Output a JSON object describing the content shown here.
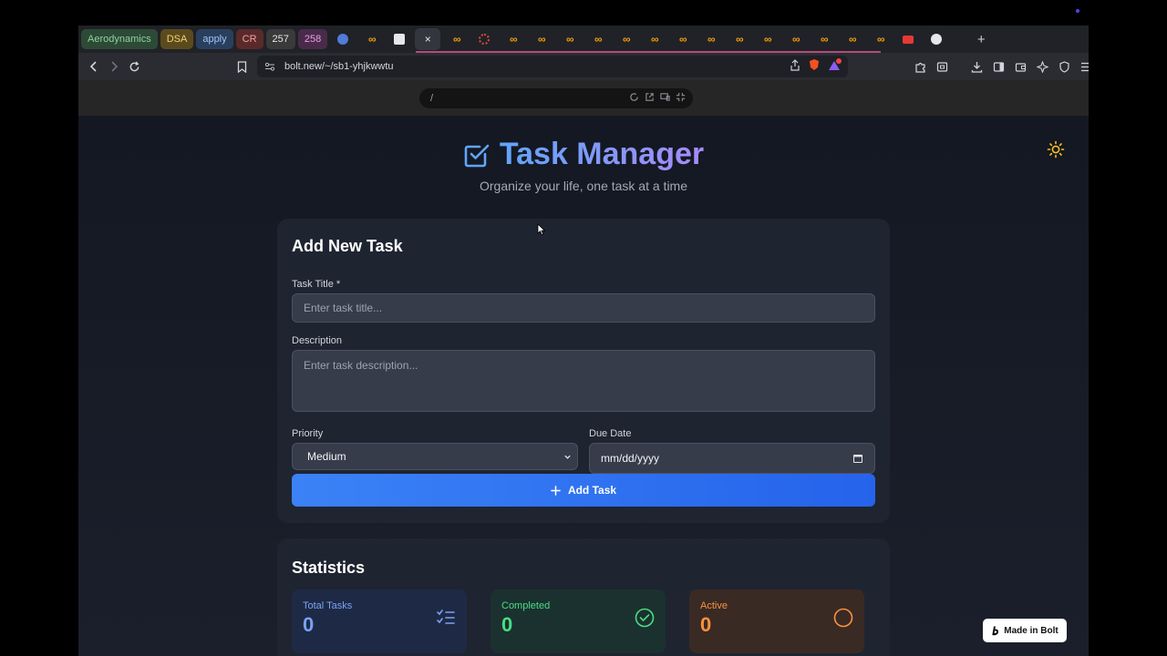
{
  "browser": {
    "tab_groups": [
      {
        "label": "Aerodynamics",
        "bg": "#2d4a36",
        "fg": "#8fd19e"
      },
      {
        "label": "DSA",
        "bg": "#5a4a1e",
        "fg": "#f5d26b"
      },
      {
        "label": "apply",
        "bg": "#2a3f5e",
        "fg": "#9ec5f5"
      },
      {
        "label": "CR",
        "bg": "#5a2a2a",
        "fg": "#f5a0a0"
      },
      {
        "label": "257",
        "bg": "#3a3a3a",
        "fg": "#e5e5e5"
      },
      {
        "label": "258",
        "bg": "#4a2a4a",
        "fg": "#e5a0e5"
      }
    ],
    "url": "bolt.new/~/sb1-yhjkwwtu",
    "new_tab_symbol": "+",
    "close_symbol": "×"
  },
  "preview": {
    "path": "/"
  },
  "app": {
    "title": "Task Manager",
    "subtitle": "Organize your life, one task at a time",
    "add_task": {
      "heading": "Add New Task",
      "title_label": "Task Title *",
      "title_placeholder": "Enter task title...",
      "description_label": "Description",
      "description_placeholder": "Enter task description...",
      "priority_label": "Priority",
      "priority_value": "Medium",
      "due_label": "Due Date",
      "due_value": "mm/dd/yyyy",
      "button_label": "Add Task"
    },
    "stats": {
      "heading": "Statistics",
      "total_label": "Total Tasks",
      "total_value": "0",
      "completed_label": "Completed",
      "completed_value": "0",
      "active_label": "Active",
      "active_value": "0"
    },
    "badge": "Made in Bolt"
  },
  "colors": {
    "accent": "#3b82f6",
    "title_gradient_start": "#60a5fa",
    "title_gradient_end": "#a78bfa"
  }
}
